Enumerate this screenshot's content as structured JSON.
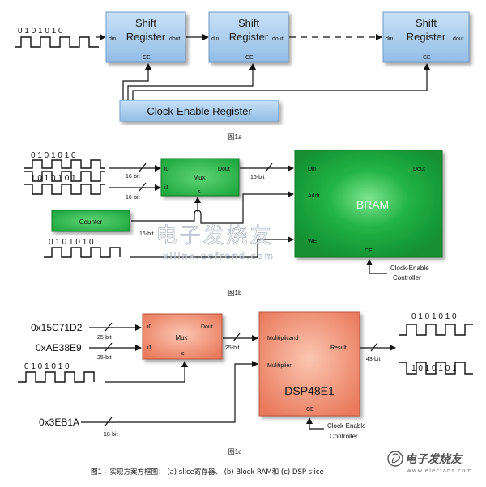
{
  "fig1a": {
    "input_bits": "0 1 0 1 0 1 0",
    "sr1": {
      "title1": "Shift",
      "title2": "Register",
      "din": "din",
      "dout": "dout",
      "ce": "CE"
    },
    "sr2": {
      "title1": "Shift",
      "title2": "Register",
      "din": "din",
      "dout": "dout",
      "ce": "CE"
    },
    "sr3": {
      "title1": "Shift",
      "title2": "Register",
      "din": "din",
      "dout": "dout",
      "ce": "CE"
    },
    "ce_reg": "Clock-Enable Register",
    "caption": "图1a"
  },
  "fig1b": {
    "bits_top": "0 1 0 1 0 1 0",
    "bits_mid": "1 0 1 0 1 0 1",
    "bits_bot": "0 1 0 1 0 1 0",
    "bus_i0": "16-bit",
    "bus_i1": "16-bit",
    "bus_dout": "16-bit",
    "bus_counter": "16-bit",
    "mux": {
      "i0": "i0",
      "i1": "i1",
      "title": "Mux",
      "dout": "Dout",
      "s": "s"
    },
    "counter": "Counter",
    "bram": {
      "title": "BRAM",
      "din": "Din",
      "dout": "Dout",
      "addr": "Addr",
      "we": "WE",
      "ce": "CE"
    },
    "ce_ctrl_1": "Clock-Enable",
    "ce_ctrl_2": "Controller",
    "caption": "图1b",
    "watermark": "电子发烧友",
    "watermark_url": "xilinx.eefrend.com"
  },
  "fig1c": {
    "const_a": "0x15C71D2",
    "const_b": "0xAE38E9",
    "const_c": "0x3EB1A",
    "bus_a": "25-bit",
    "bus_b": "25-bit",
    "bus_mux": "25-bit",
    "bus_c": "18-bit",
    "bus_out": "43-bit",
    "bits_in": "0 1 0 1 0 1 0",
    "bits_out1": "0 1 0 1 0 1 0",
    "bits_out2": "1 0 1 0 1 0 1",
    "mux": {
      "i0": "i0",
      "i1": "i1",
      "title": "Mux",
      "dout": "Dout",
      "s": "s"
    },
    "dsp": {
      "title": "DSP48E1",
      "mcand": "Mulitiplicand",
      "mplier": "Mulitiplier",
      "result": "Result",
      "ce": "CE"
    },
    "ce_ctrl_1": "Clock-Enable",
    "ce_ctrl_2": "Controller",
    "caption": "图1c"
  },
  "footer": {
    "caption": "图1 – 实现方案方框图： (a) slice寄存器、 (b) Block RAM和 (c) DSP slice",
    "logo": "电子发烧友",
    "logo_url": "www.elecfans.com"
  },
  "colors": {
    "blue": "#a9cdef",
    "green": "#17a33a",
    "red": "#ef8a6e"
  }
}
